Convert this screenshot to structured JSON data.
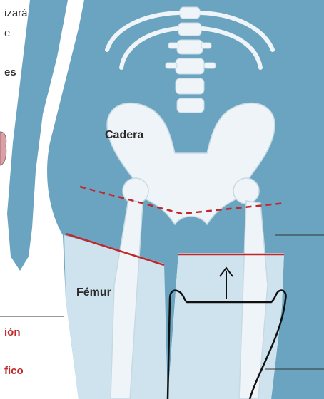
{
  "text_fragments": {
    "line1": "izará",
    "line2": "e",
    "line3": "es",
    "red1": "ión",
    "red2": "fico"
  },
  "labels": {
    "hip": "Cadera",
    "femur": "Fémur"
  },
  "colors": {
    "body_silhouette": "#6aa4c0",
    "leg_light": "#cfe3ee",
    "bone": "#eef4f7",
    "bone_shadow": "#c7d9e3",
    "red_line": "#c0282c",
    "outline": "#111111"
  }
}
